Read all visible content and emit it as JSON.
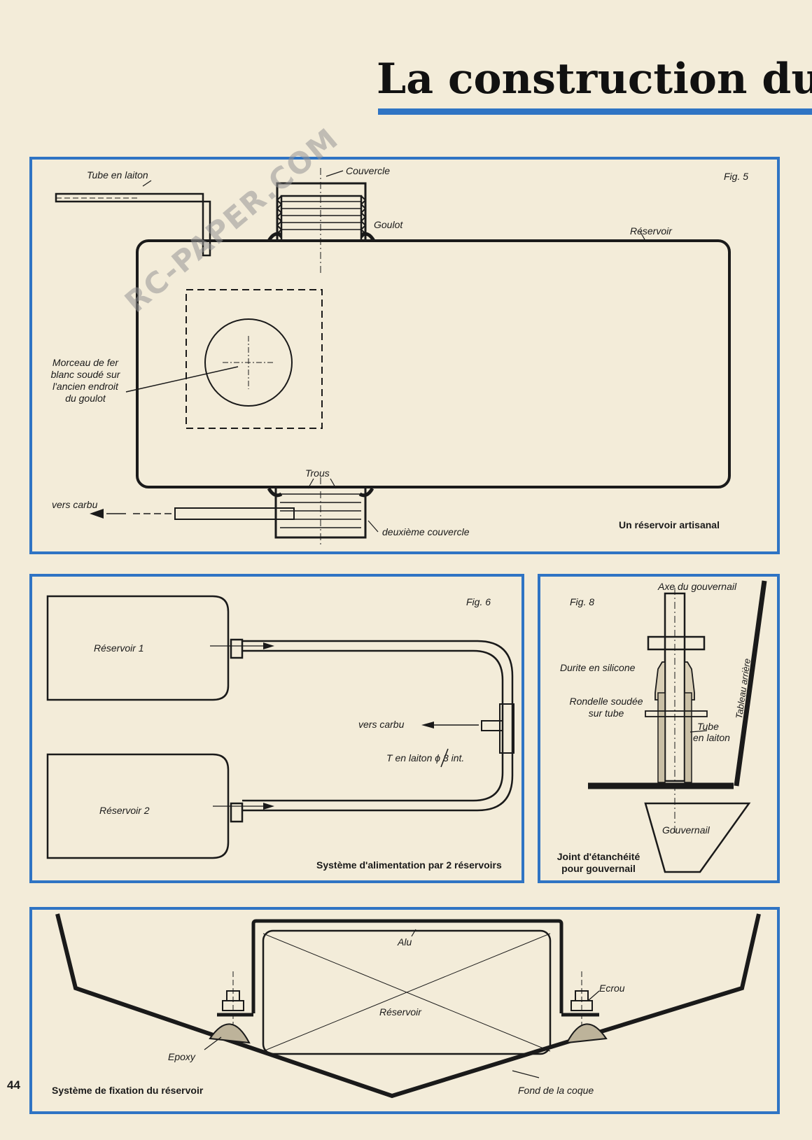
{
  "header": {
    "title": "La construction du"
  },
  "watermark": {
    "text": "RC-PAPER.COM"
  },
  "fig5": {
    "fig_label": "Fig. 5",
    "tube": "Tube en laiton",
    "couvercle": "Couvercle",
    "goulot": "Goulot",
    "reservoir": "Réservoir",
    "morceau_lines": [
      "Morceau de fer",
      "blanc soudé sur",
      "l'ancien endroit",
      "du goulot"
    ],
    "trous": "Trous",
    "vers_carbu": "vers carbu",
    "deuxieme": "deuxième couvercle",
    "caption": "Un réservoir artisanal"
  },
  "fig6": {
    "fig_label": "Fig. 6",
    "reservoir1": "Réservoir 1",
    "reservoir2": "Réservoir 2",
    "vers_carbu": "vers carbu",
    "t_laiton": "T en laiton ϕ 3 int.",
    "caption": "Système d'alimentation par 2 réservoirs"
  },
  "fig8": {
    "fig_label": "Fig. 8",
    "axe": "Axe du gouvernail",
    "durite": "Durite en silicone",
    "rondelle_lines": [
      "Rondelle soudée",
      "sur tube"
    ],
    "tube_lines": [
      "Tube",
      "en laiton"
    ],
    "tableau": "Tableau arrière",
    "gouvernail": "Gouvernail",
    "caption_lines": [
      "Joint d'étanchéité",
      "pour gouvernail"
    ]
  },
  "fig_fix": {
    "alu": "Alu",
    "ecrou": "Ecrou",
    "reservoir": "Réservoir",
    "epoxy": "Epoxy",
    "fond": "Fond de la coque",
    "caption": "Système de fixation du réservoir"
  },
  "footer": {
    "page_number": "44"
  },
  "colors": {
    "frame_blue": "#2f74c4",
    "paper": "#f3ecd9",
    "ink": "#1a1a1a"
  }
}
